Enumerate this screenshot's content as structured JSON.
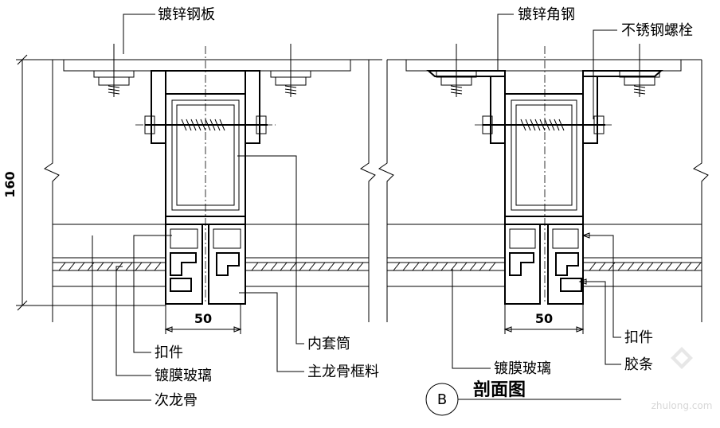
{
  "labels": {
    "galvanized_steel_plate": "镀锌钢板",
    "galvanized_angle_steel": "镀锌角钢",
    "stainless_steel_bolt": "不锈钢螺栓",
    "inner_sleeve": "内套筒",
    "main_keel_frame": "主龙骨框料",
    "clip_left": "扣件",
    "coated_glass_left": "镀膜玻璃",
    "secondary_keel": "次龙骨",
    "coated_glass_right": "镀膜玻璃",
    "clip_right": "扣件",
    "rubber_strip": "胶条"
  },
  "dimensions": {
    "height": "160",
    "width_left": "50",
    "width_right": "50"
  },
  "section": {
    "marker": "B",
    "title": "剖面图"
  },
  "watermark": "zhulong.com"
}
